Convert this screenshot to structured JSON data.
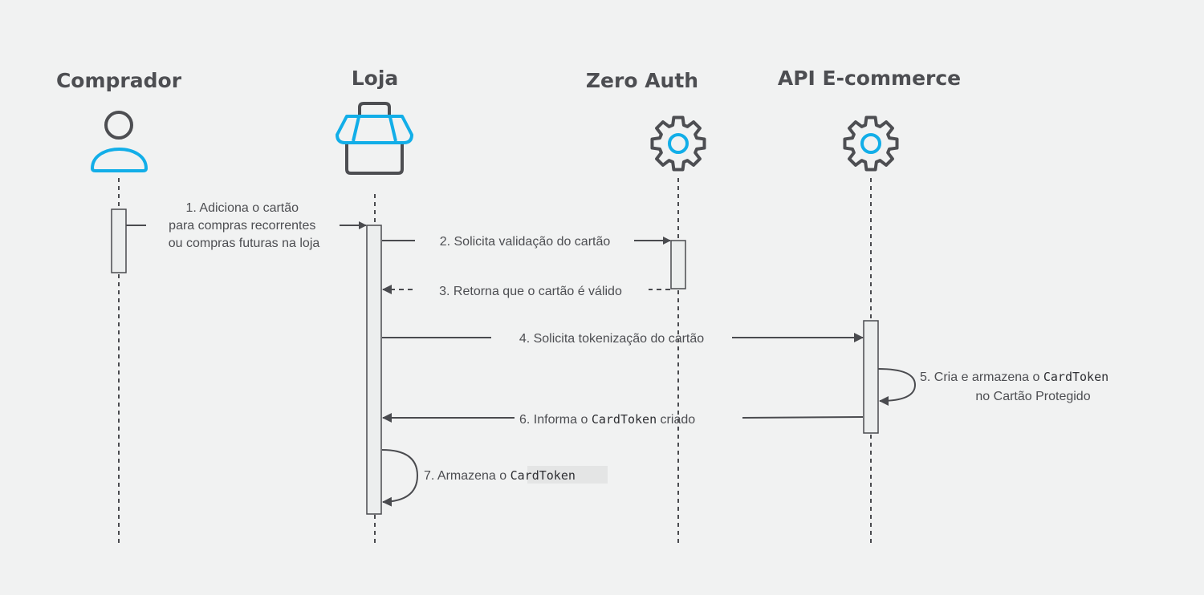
{
  "actors": {
    "comprador": {
      "title": "Comprador",
      "icon": "user-icon"
    },
    "loja": {
      "title": "Loja",
      "icon": "store-icon"
    },
    "zero_auth": {
      "title": "Zero Auth",
      "icon": "gear-icon"
    },
    "api": {
      "title": "API E-commerce",
      "icon": "gear-icon"
    }
  },
  "messages": {
    "m1": {
      "lines": [
        "1. Adiciona o cartão",
        "para compras recorrentes",
        "ou compras futuras na loja"
      ]
    },
    "m2": {
      "text": "2. Solicita validação do cartão"
    },
    "m3": {
      "text": "3. Retorna que o cartão é válido"
    },
    "m4": {
      "text": "4. Solicita tokenização do cartão"
    },
    "m5": {
      "prefix": "5. Cria e armazena o ",
      "code": "CardToken",
      "line2": "no Cartão Protegido"
    },
    "m6": {
      "prefix": "6. Informa o ",
      "code": "CardToken",
      "suffix": " criado"
    },
    "m7": {
      "prefix": "7. Armazena o ",
      "code": "CardToken"
    }
  },
  "colors": {
    "background": "#f1f2f2",
    "accent": "#12aee8",
    "dark": "#4d4e52",
    "line": "#4a4b4f",
    "box_fill": "#eceeee"
  }
}
